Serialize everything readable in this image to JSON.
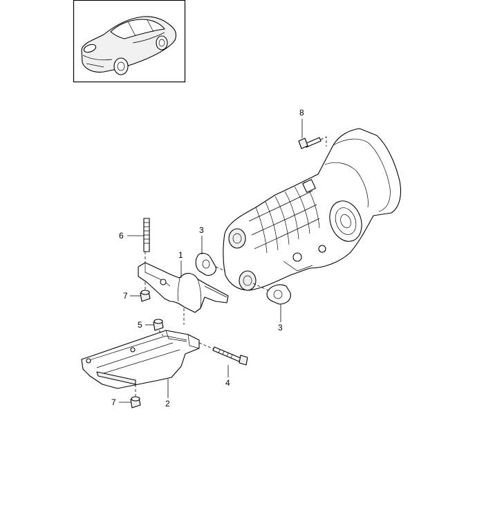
{
  "callouts": [
    {
      "id": "callout-1",
      "label": "1"
    },
    {
      "id": "callout-2",
      "label": "2"
    },
    {
      "id": "callout-3a",
      "label": "3"
    },
    {
      "id": "callout-3b",
      "label": "3"
    },
    {
      "id": "callout-4",
      "label": "4"
    },
    {
      "id": "callout-5",
      "label": "5"
    },
    {
      "id": "callout-6",
      "label": "6"
    },
    {
      "id": "callout-7a",
      "label": "7"
    },
    {
      "id": "callout-7b",
      "label": "7"
    },
    {
      "id": "callout-8",
      "label": "8"
    }
  ],
  "icons": {
    "vehicle": "sports-coupe-thumbnail-icon"
  }
}
